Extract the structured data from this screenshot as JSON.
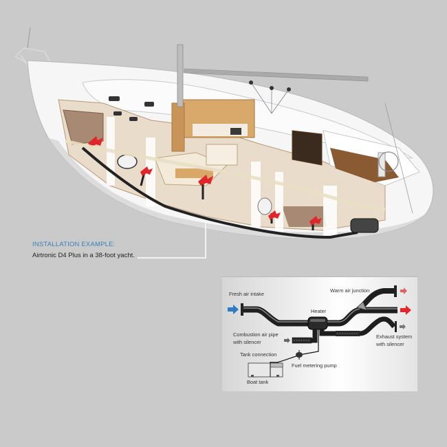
{
  "caption": {
    "title": "INSTALLATION EXAMPLE:",
    "text": "Airtronic D4 Plus in a 38-foot yacht."
  },
  "diagram": {
    "labels": {
      "fresh_air_intake": "Fresh air intake",
      "warm_air_junction": "Warm air junction",
      "heater": "Heater",
      "combustion_air_pipe_line1": "Combustion air pipe",
      "combustion_air_pipe_line2": "with silencer",
      "exhaust_system_line1": "Exhaust system",
      "exhaust_system_line2": "with silencer",
      "tank_connection": "Tank connection",
      "fuel_metering_pump": "Fuel metering pump",
      "boat_tank": "Boat tank"
    },
    "colors": {
      "fresh_air_arrow": "#2f7cc4",
      "warm_air_arrow": "#e3262b",
      "exhaust_arrow": "#777777",
      "caption_title": "#3b7fb8"
    }
  },
  "illustration": {
    "subject": "yacht-cutaway-with-heating-ducts"
  }
}
